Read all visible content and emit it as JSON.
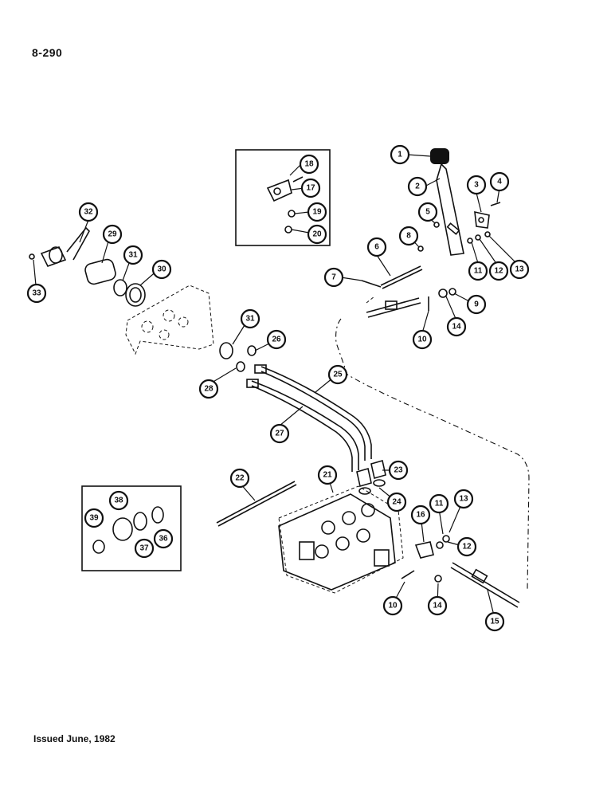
{
  "page_number": "8-290",
  "footer": "Issued June, 1982",
  "callouts": [
    "1",
    "2",
    "3",
    "4",
    "5",
    "6",
    "7",
    "8",
    "9",
    "10",
    "11",
    "12",
    "13",
    "14",
    "15",
    "16",
    "17",
    "18",
    "19",
    "20",
    "21",
    "22",
    "23",
    "24",
    "25",
    "26",
    "27",
    "28",
    "29",
    "30",
    "31",
    "32",
    "33",
    "36",
    "37",
    "38",
    "39"
  ]
}
